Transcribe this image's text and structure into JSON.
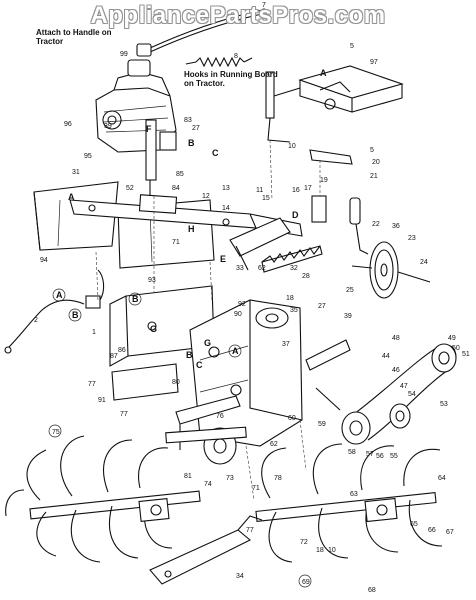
{
  "watermark": "AppliancePartsPros.com",
  "notes": {
    "handle": "Attach to Handle on Tractor",
    "hooks": "Hooks in Running Board on Tractor."
  },
  "callouts": [
    {
      "id": "c7",
      "text": "7"
    },
    {
      "id": "c99",
      "text": "99"
    },
    {
      "id": "c8",
      "text": "8"
    },
    {
      "id": "c5a",
      "text": "5"
    },
    {
      "id": "cA1",
      "text": "A"
    },
    {
      "id": "c97",
      "text": "97"
    },
    {
      "id": "c96",
      "text": "96"
    },
    {
      "id": "c39a",
      "text": "39"
    },
    {
      "id": "c83",
      "text": "83"
    },
    {
      "id": "c27a",
      "text": "27"
    },
    {
      "id": "cF1",
      "text": "F"
    },
    {
      "id": "cB1",
      "text": "B"
    },
    {
      "id": "cC1",
      "text": "C"
    },
    {
      "id": "c10a",
      "text": "10"
    },
    {
      "id": "c5b",
      "text": "5"
    },
    {
      "id": "c20a",
      "text": "20"
    },
    {
      "id": "c95",
      "text": "95"
    },
    {
      "id": "c31",
      "text": "31"
    },
    {
      "id": "c85",
      "text": "85"
    },
    {
      "id": "c84",
      "text": "84"
    },
    {
      "id": "c13a",
      "text": "13"
    },
    {
      "id": "c52",
      "text": "52"
    },
    {
      "id": "cA2",
      "text": "A"
    },
    {
      "id": "c12",
      "text": "12"
    },
    {
      "id": "c14",
      "text": "14"
    },
    {
      "id": "c71a",
      "text": "71"
    },
    {
      "id": "cH1",
      "text": "H"
    },
    {
      "id": "c11a",
      "text": "11"
    },
    {
      "id": "c15",
      "text": "15"
    },
    {
      "id": "c19",
      "text": "19"
    },
    {
      "id": "c21",
      "text": "21"
    },
    {
      "id": "c16",
      "text": "16"
    },
    {
      "id": "c17",
      "text": "17"
    },
    {
      "id": "cD1",
      "text": "D"
    },
    {
      "id": "c22",
      "text": "22"
    },
    {
      "id": "c36",
      "text": "36"
    },
    {
      "id": "c23",
      "text": "23"
    },
    {
      "id": "c94",
      "text": "94"
    },
    {
      "id": "c33",
      "text": "33"
    },
    {
      "id": "cE1",
      "text": "E"
    },
    {
      "id": "c62",
      "text": "62"
    },
    {
      "id": "c32",
      "text": "32"
    },
    {
      "id": "c28",
      "text": "28"
    },
    {
      "id": "c25",
      "text": "25"
    },
    {
      "id": "c24",
      "text": "24"
    },
    {
      "id": "c93",
      "text": "93"
    },
    {
      "id": "c18a",
      "text": "18"
    },
    {
      "id": "c2",
      "text": "2"
    },
    {
      "id": "cA3",
      "text": "A"
    },
    {
      "id": "cB2",
      "text": "B"
    },
    {
      "id": "c1",
      "text": "1"
    },
    {
      "id": "cB3",
      "text": "B"
    },
    {
      "id": "c86",
      "text": "86"
    },
    {
      "id": "cG1",
      "text": "G"
    },
    {
      "id": "c92",
      "text": "92"
    },
    {
      "id": "c90",
      "text": "90"
    },
    {
      "id": "c35",
      "text": "35"
    },
    {
      "id": "c27b",
      "text": "27"
    },
    {
      "id": "c39b",
      "text": "39"
    },
    {
      "id": "c49",
      "text": "49"
    },
    {
      "id": "c50",
      "text": "50"
    },
    {
      "id": "c51",
      "text": "51"
    },
    {
      "id": "c48",
      "text": "48"
    },
    {
      "id": "c87",
      "text": "87"
    },
    {
      "id": "cG2",
      "text": "G"
    },
    {
      "id": "cA4",
      "text": "A"
    },
    {
      "id": "cB4",
      "text": "B"
    },
    {
      "id": "cC2",
      "text": "C"
    },
    {
      "id": "c80",
      "text": "80"
    },
    {
      "id": "c37",
      "text": "37"
    },
    {
      "id": "c44",
      "text": "44"
    },
    {
      "id": "c46",
      "text": "46"
    },
    {
      "id": "c47",
      "text": "47"
    },
    {
      "id": "c77a",
      "text": "77"
    },
    {
      "id": "c91",
      "text": "91"
    },
    {
      "id": "c77b",
      "text": "77"
    },
    {
      "id": "c76",
      "text": "76"
    },
    {
      "id": "c60",
      "text": "60"
    },
    {
      "id": "c59",
      "text": "59"
    },
    {
      "id": "c54",
      "text": "54"
    },
    {
      "id": "c53",
      "text": "53"
    },
    {
      "id": "c58",
      "text": "58"
    },
    {
      "id": "c57",
      "text": "57"
    },
    {
      "id": "c56",
      "text": "56"
    },
    {
      "id": "c55",
      "text": "55"
    },
    {
      "id": "c75",
      "text": "75"
    },
    {
      "id": "c62b",
      "text": "62"
    },
    {
      "id": "c81",
      "text": "81"
    },
    {
      "id": "c74",
      "text": "74"
    },
    {
      "id": "c73",
      "text": "73"
    },
    {
      "id": "c71b",
      "text": "71"
    },
    {
      "id": "c77c",
      "text": "77"
    },
    {
      "id": "c78",
      "text": "78"
    },
    {
      "id": "c63",
      "text": "63"
    },
    {
      "id": "c64",
      "text": "64"
    },
    {
      "id": "c65",
      "text": "65"
    },
    {
      "id": "c66",
      "text": "66"
    },
    {
      "id": "c67",
      "text": "67"
    },
    {
      "id": "c72",
      "text": "72"
    },
    {
      "id": "c18b",
      "text": "18"
    },
    {
      "id": "c10b",
      "text": "10"
    },
    {
      "id": "c34",
      "text": "34"
    },
    {
      "id": "c69",
      "text": "69"
    },
    {
      "id": "c68",
      "text": "68"
    }
  ]
}
